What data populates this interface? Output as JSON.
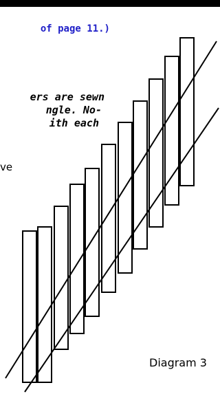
{
  "page_reference": "of page 11.)",
  "body_lines": [
    "ers are sewn",
    "ngle. No-",
    "ith each"
  ],
  "fragment_text": "ve",
  "diagram": {
    "label": "Diagram 3",
    "strip_count": 11,
    "guide_line_count": 2
  }
}
